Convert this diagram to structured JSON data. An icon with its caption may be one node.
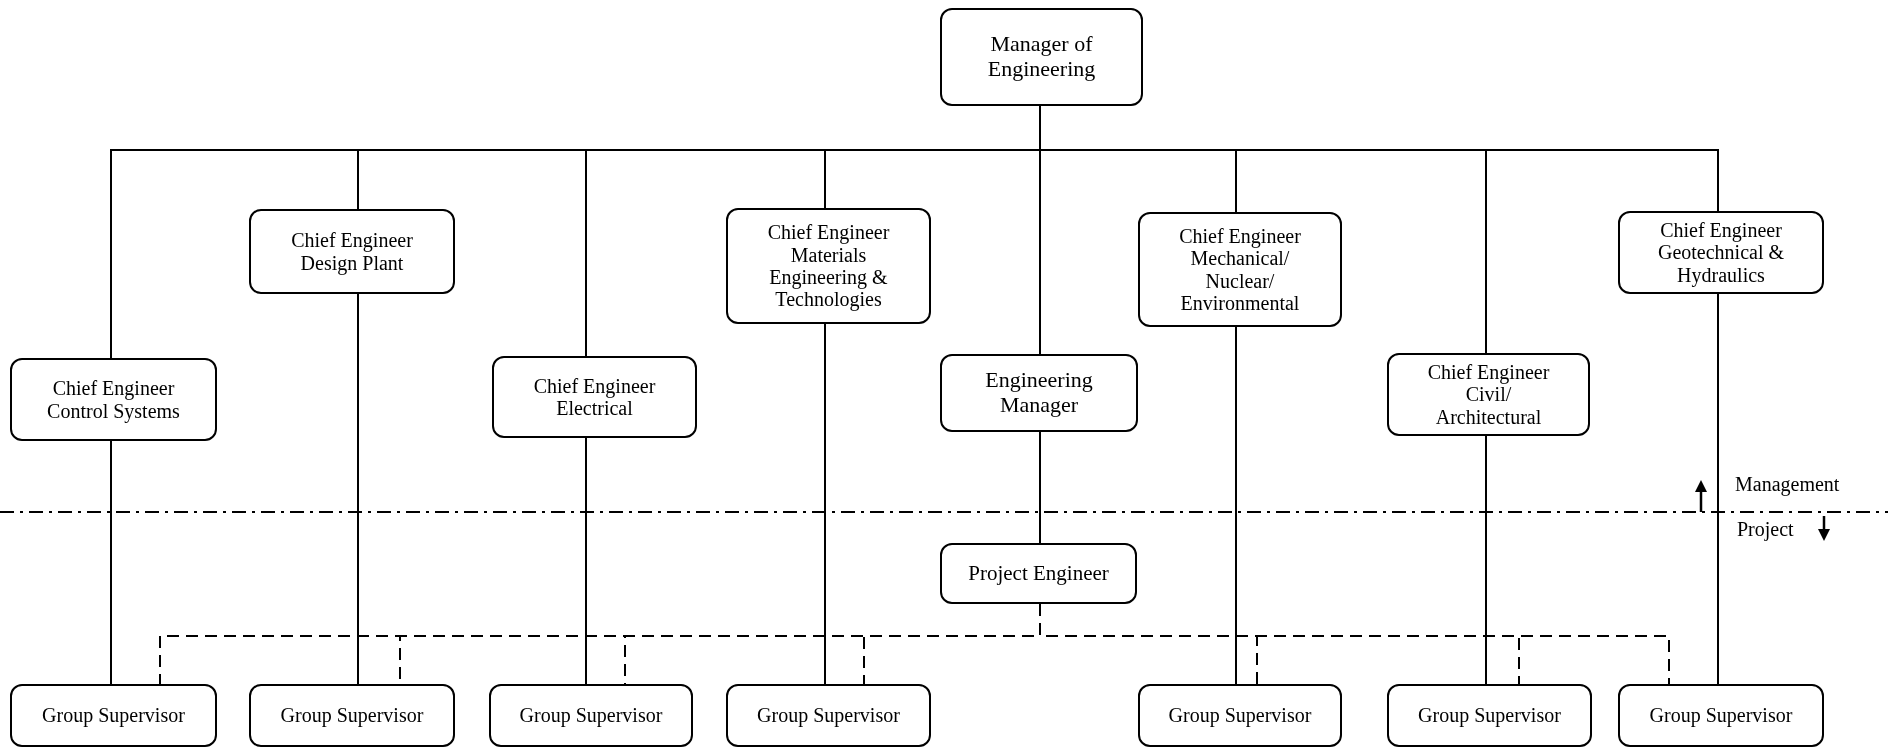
{
  "diagram": {
    "nodes": [
      {
        "text": [
          "Manager of Engineering"
        ]
      },
      {
        "text": [
          "Chief Engineer Control Systems"
        ]
      },
      {
        "text": [
          "Chief Engineer Design Plant"
        ]
      },
      {
        "text": [
          "Chief Engineer Electrical"
        ]
      },
      {
        "text": [
          "Chief Engineer Materials Engineering & Technologies"
        ]
      },
      {
        "text": [
          "Engineering Manager"
        ]
      },
      {
        "text": [
          "Chief Engineer Mechanical/ Nuclear/ Environmental"
        ]
      },
      {
        "text": [
          "Chief Engineer Civil/ Architectural"
        ]
      },
      {
        "text": [
          "Chief Engineer Geotechnical & Hydraulics"
        ]
      },
      {
        "text": [
          "Project Engineer"
        ]
      },
      {
        "text": [
          "Group Supervisor"
        ]
      },
      {
        "text": [
          "Group Supervisor"
        ]
      },
      {
        "text": [
          "Group Supervisor"
        ]
      },
      {
        "text": [
          "Group Supervisor"
        ]
      },
      {
        "text": [
          "Group Supervisor"
        ]
      },
      {
        "text": [
          "Group Supervisor"
        ]
      },
      {
        "text": [
          "Group Supervisor"
        ]
      }
    ],
    "edges": [
      {
        "from": 0,
        "to": 1,
        "arrow": "none"
      },
      {
        "from": 0,
        "to": 2,
        "arrow": "none"
      },
      {
        "from": 0,
        "to": 3,
        "arrow": "none"
      },
      {
        "from": 0,
        "to": 4,
        "arrow": "none"
      },
      {
        "from": 0,
        "to": 5,
        "arrow": "none"
      },
      {
        "from": 0,
        "to": 6,
        "arrow": "none"
      },
      {
        "from": 0,
        "to": 7,
        "arrow": "none"
      },
      {
        "from": 0,
        "to": 8,
        "arrow": "none"
      },
      {
        "from": 1,
        "to": 10,
        "arrow": "none"
      },
      {
        "from": 2,
        "to": 11,
        "arrow": "none"
      },
      {
        "from": 3,
        "to": 12,
        "arrow": "none"
      },
      {
        "from": 4,
        "to": 13,
        "arrow": "none"
      },
      {
        "from": 6,
        "to": 14,
        "arrow": "none"
      },
      {
        "from": 7,
        "to": 15,
        "arrow": "none"
      },
      {
        "from": 8,
        "to": 16,
        "arrow": "none"
      },
      {
        "from": 5,
        "to": 9,
        "arrow": "none"
      },
      {
        "from": 9,
        "to": 10,
        "arrow": "none",
        "style": "dashed"
      },
      {
        "from": 9,
        "to": 11,
        "arrow": "none",
        "style": "dashed"
      },
      {
        "from": 9,
        "to": 12,
        "arrow": "none",
        "style": "dashed"
      },
      {
        "from": 9,
        "to": 13,
        "arrow": "none",
        "style": "dashed"
      },
      {
        "from": 9,
        "to": 14,
        "arrow": "none",
        "style": "dashed"
      },
      {
        "from": 9,
        "to": 15,
        "arrow": "none",
        "style": "dashed"
      },
      {
        "from": 9,
        "to": 16,
        "arrow": "none",
        "style": "dashed"
      }
    ],
    "labels": [
      "Management",
      "Project"
    ]
  }
}
